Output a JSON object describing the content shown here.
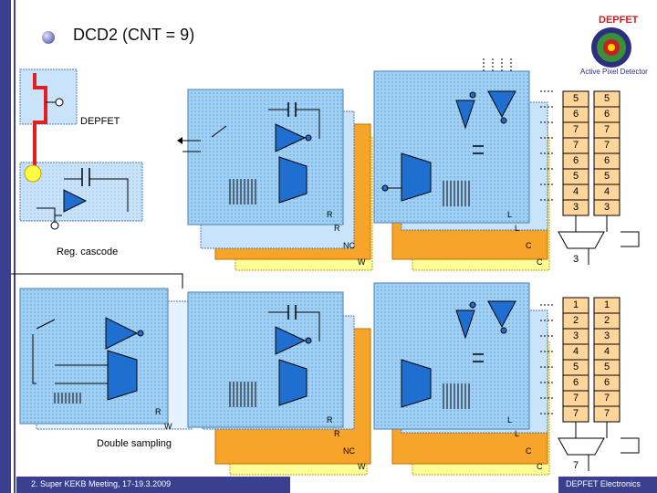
{
  "title": "DCD2 (CNT = 9)",
  "labels": {
    "depfet": "DEPFET",
    "reg_cascode": "Reg. cascode",
    "double_sampling": "Double sampling",
    "r": "R",
    "l": "L",
    "nc": "NC",
    "c": "C",
    "w": "W"
  },
  "top_table": {
    "col_a": [
      "5",
      "6",
      "7",
      "7",
      "6",
      "5",
      "4",
      "3"
    ],
    "col_b": [
      "5",
      "6",
      "7",
      "7",
      "6",
      "5",
      "4",
      "3"
    ],
    "mux_out": "3"
  },
  "bottom_table": {
    "col_a": [
      "1",
      "2",
      "3",
      "4",
      "5",
      "6",
      "7",
      "7"
    ],
    "col_b": [
      "1",
      "2",
      "3",
      "4",
      "5",
      "6",
      "7",
      "7"
    ],
    "mux_out": "7"
  },
  "logo": {
    "top_text": "DEPFET",
    "bottom_text": "Active Pixel Detector"
  },
  "footer": {
    "left": "2. Super KEKB Meeting, 17-19.3.2009",
    "right": "DEPFET Electronics"
  },
  "colors": {
    "panel_blue": "#9fd0f5",
    "panel_light": "#e6f2ff",
    "orange": "#f7a42a",
    "yellow": "#ffff88",
    "table_fill": "#ffd59a",
    "depfet_red": "#e02020",
    "footer": "#3a3f8f"
  }
}
